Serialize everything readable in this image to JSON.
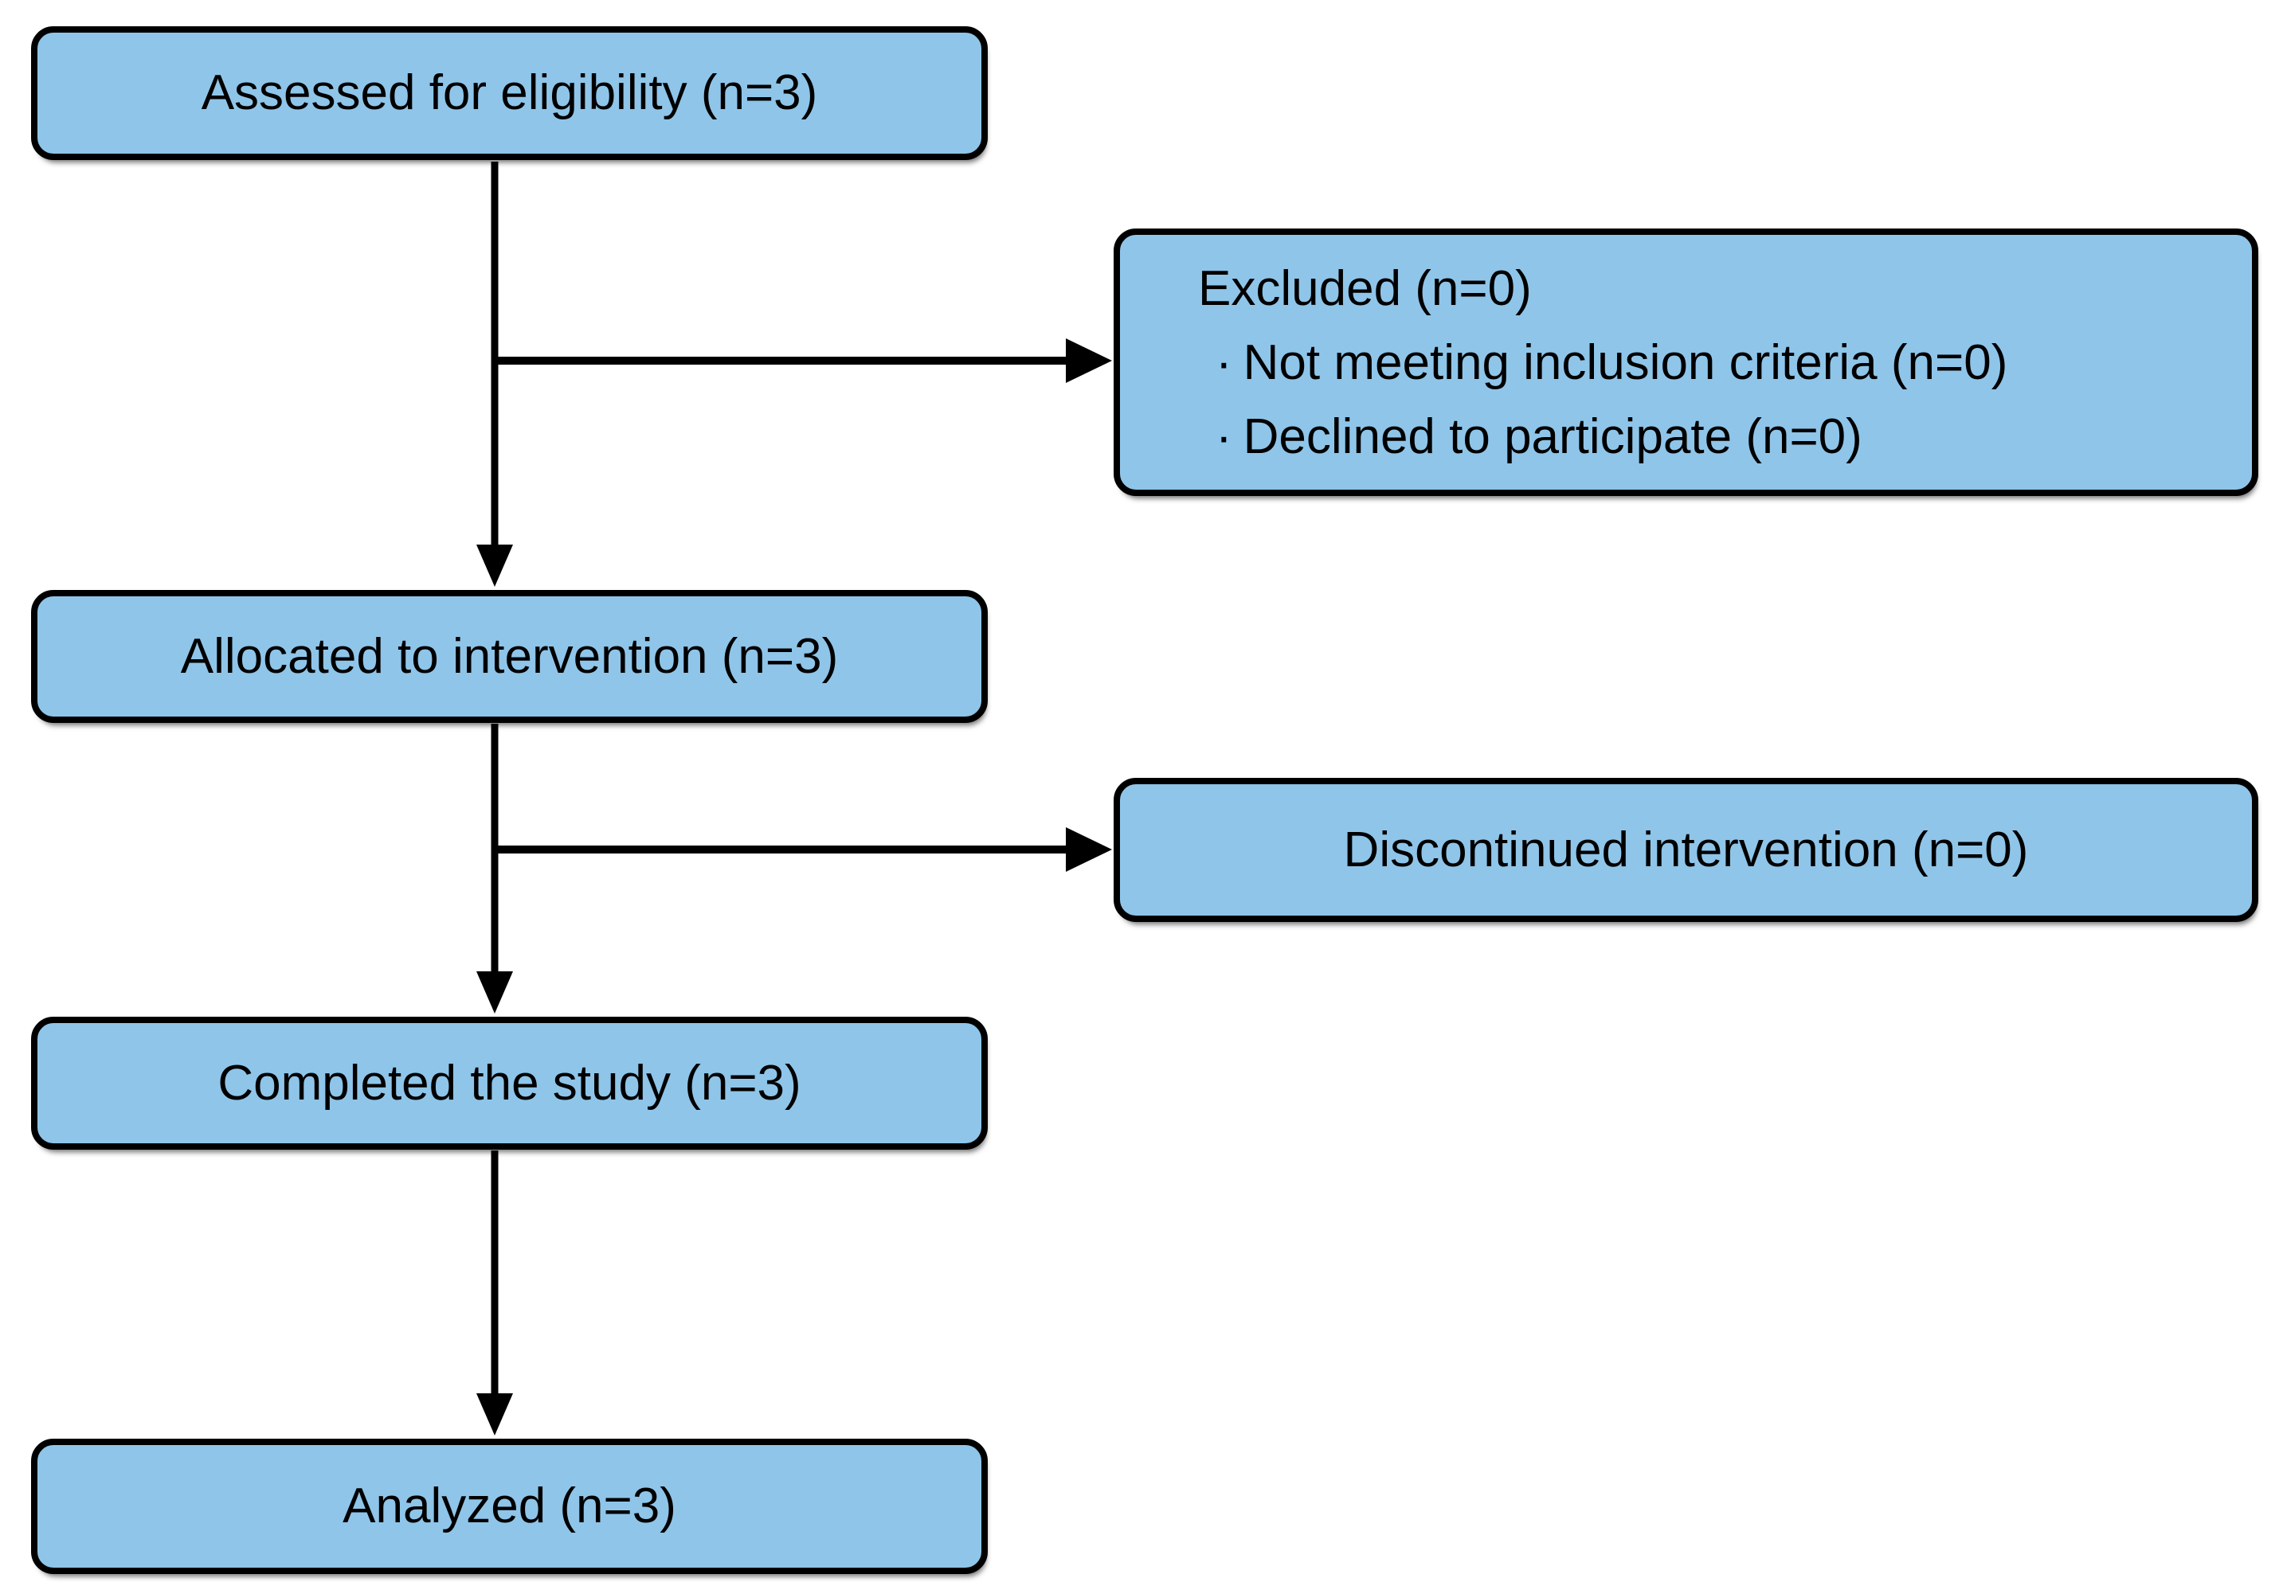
{
  "diagram": {
    "kind": "participant-flow-diagram",
    "colors": {
      "box_fill": "#8FC5E9",
      "box_border": "#000000",
      "arrow": "#000000",
      "text": "#000000",
      "background": "#FFFFFF"
    },
    "boxes": {
      "assessed": {
        "label": "Assessed for eligibility (n=3)"
      },
      "excluded": {
        "title": "Excluded (n=0)",
        "bullet": "·",
        "items": [
          "Not meeting inclusion criteria (n=0)",
          "Declined to participate (n=0)"
        ]
      },
      "allocated": {
        "label": "Allocated to intervention (n=3)"
      },
      "discontinued": {
        "label": "Discontinued intervention (n=0)"
      },
      "completed": {
        "label": "Completed the study (n=3)"
      },
      "analyzed": {
        "label": "Analyzed (n=3)"
      }
    }
  }
}
